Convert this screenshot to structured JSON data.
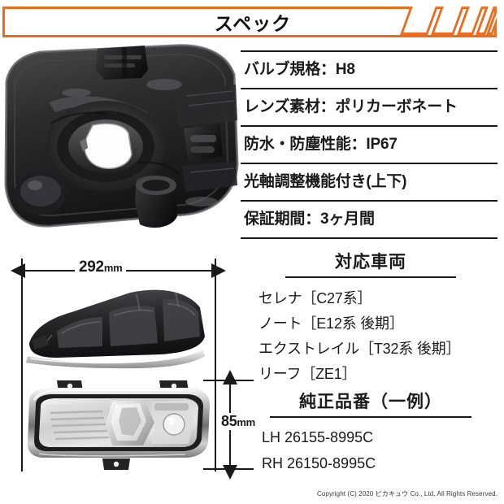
{
  "header": {
    "title": "スペック",
    "accent_color": "#ea6c1f",
    "stripe_count": 6
  },
  "spec_table": {
    "rows": [
      {
        "text": "バルブ規格：H8"
      },
      {
        "text": "レンズ素材：ポリカーボネート"
      },
      {
        "text": "防水・防塵性能：IP67"
      },
      {
        "text": "光軸調整機能付き(上下)"
      },
      {
        "text": "保証期間：3ヶ月間"
      }
    ]
  },
  "vehicles": {
    "heading": "対応車両",
    "items": [
      {
        "text": "セレナ［C27系］"
      },
      {
        "text": "ノート［E12系 後期］"
      },
      {
        "text": "エクストレイル［T32系 後期］"
      },
      {
        "text": "リーフ［ZE1］"
      }
    ]
  },
  "oem": {
    "heading": "純正品番（一例）",
    "items": [
      {
        "text": "LH 26155-8995C"
      },
      {
        "text": "RH 26150-8995C"
      }
    ]
  },
  "diagram": {
    "width_label": "292",
    "width_unit": "mm",
    "height_label": "85",
    "height_unit": "mm",
    "photos": {
      "rear": "fog-lamp-rear-housing-photo",
      "side": "fog-lamp-side-profile-photo",
      "front": "fog-lamp-front-lens-photo"
    }
  },
  "footer": {
    "copyright": "Copyright (C) 2020 ピカキュウ Co., Ltd. All Rights Reserved."
  }
}
